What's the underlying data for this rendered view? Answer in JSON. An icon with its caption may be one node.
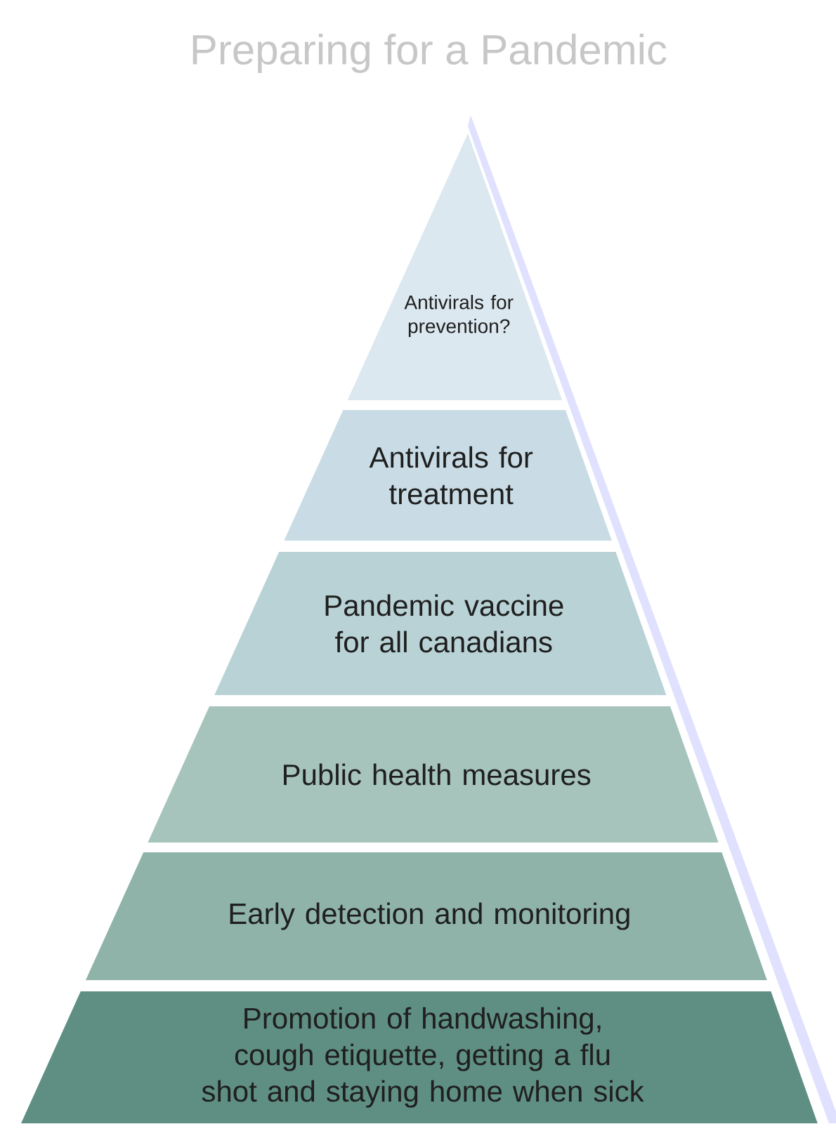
{
  "diagram": {
    "title": "Preparing for a Pandemic",
    "nodes": [
      {
        "text": [
          "Antivirals for prevention?"
        ]
      },
      {
        "text": [
          "Antivirals for treatment"
        ]
      },
      {
        "text": [
          "Pandemic vaccine for all canadians"
        ]
      },
      {
        "text": [
          "Public health measures"
        ]
      },
      {
        "text": [
          "Early detection and monitoring"
        ]
      },
      {
        "text": [
          "Promotion of handwashing, cough etiquette, getting a flu shot and staying home when sick"
        ]
      }
    ]
  }
}
